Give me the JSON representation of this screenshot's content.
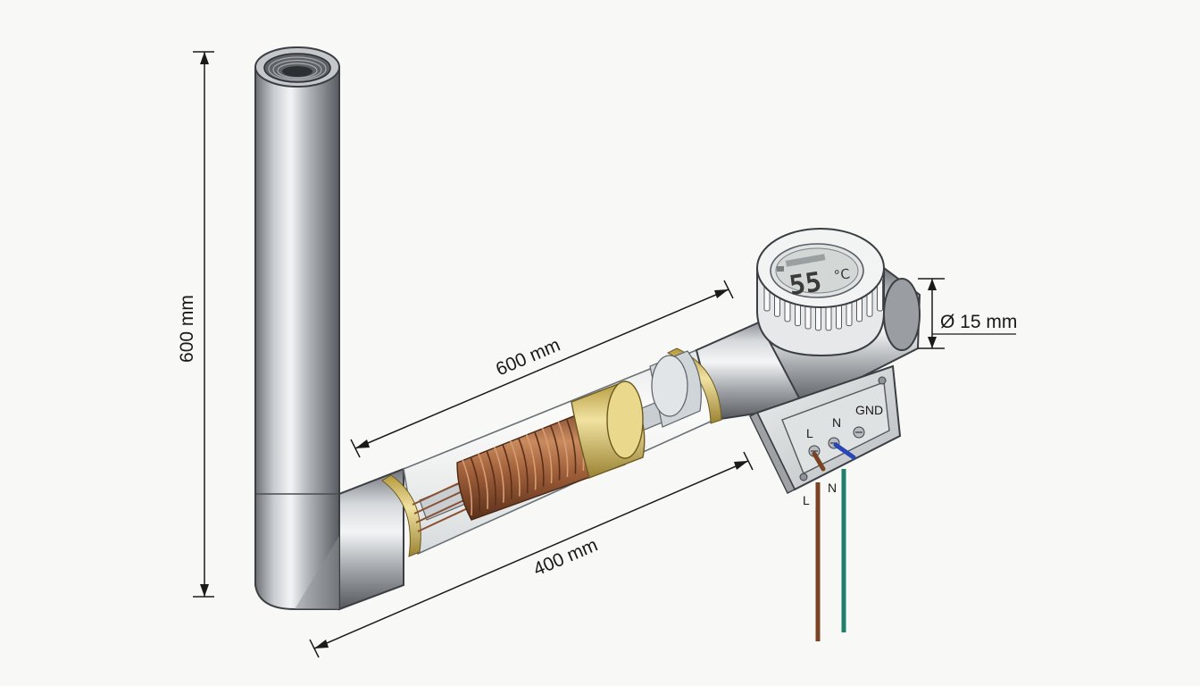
{
  "dimensions": {
    "vertical_pipe": "600 mm",
    "horizontal_upper": "600 mm",
    "horizontal_lower": "400 mm",
    "diameter": "Ø 15 mm"
  },
  "thermostat": {
    "temperature": "55",
    "unit": "°C"
  },
  "terminals": {
    "live": "L",
    "neutral": "N",
    "ground": "GND"
  },
  "wires": {
    "live_label": "L",
    "neutral_label": "N"
  },
  "colors": {
    "pipe_steel": "#a9adb2",
    "copper_coil": "#a0603a",
    "brass_ring": "#d9c06a",
    "wire_brown": "#7a4424",
    "wire_green": "#1f7f6a",
    "wire_blue": "#2747b8"
  }
}
